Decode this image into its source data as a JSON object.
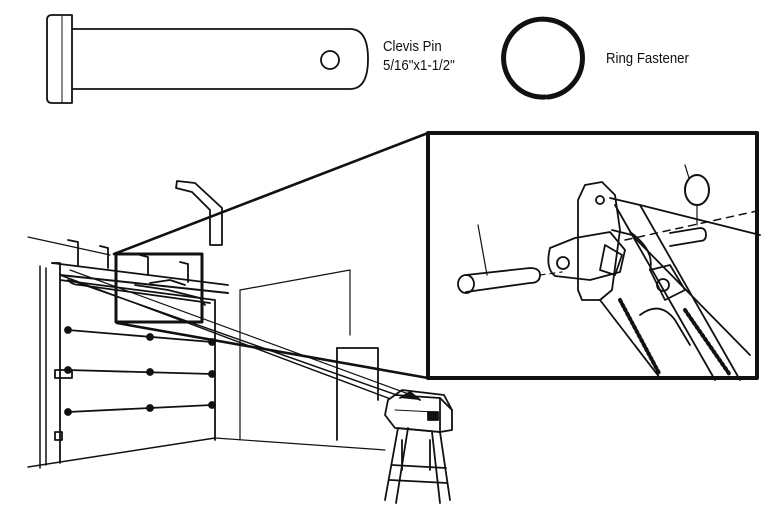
{
  "parts": {
    "clevis_pin": {
      "name": "Clevis Pin",
      "size": "5/16\"x1-1/2\""
    },
    "ring_fastener": {
      "name": "Ring Fastener"
    }
  }
}
